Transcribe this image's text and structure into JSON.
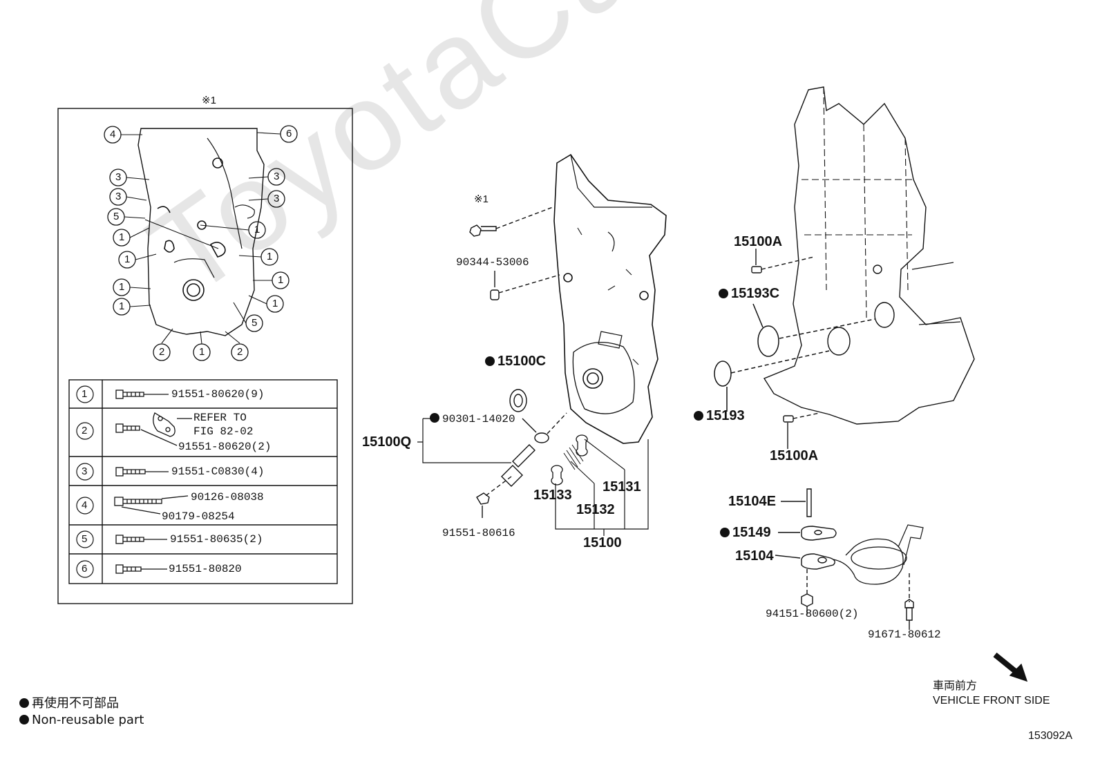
{
  "watermark": "ToyotaCarMine.ru",
  "figure_number": "153092A",
  "inset": {
    "marker": "※1",
    "table": [
      {
        "no": "1",
        "part": "91551-80620(9)"
      },
      {
        "no": "2",
        "part": "91551-80620(2)",
        "note_line1": "REFER TO",
        "note_line2": "FIG 82-02"
      },
      {
        "no": "3",
        "part": "91551-C0830(4)"
      },
      {
        "no": "4",
        "part": "90126-08038",
        "part2": "90179-08254"
      },
      {
        "no": "5",
        "part": "91551-80635(2)"
      },
      {
        "no": "6",
        "part": "91551-80820"
      }
    ],
    "callouts": [
      "4",
      "6",
      "3",
      "3",
      "3",
      "3",
      "5",
      "1",
      "1",
      "1",
      "1",
      "1",
      "1",
      "1",
      "1",
      "5",
      "2",
      "1",
      "2",
      "1"
    ]
  },
  "labels": {
    "marker_bolt": "※1",
    "p90344": "90344-53006",
    "p15100C": "15100C",
    "p90301": "90301-14020",
    "p15100Q": "15100Q",
    "p91551_80616": "91551-80616",
    "p15133": "15133",
    "p15132": "15132",
    "p15131": "15131",
    "p15100": "15100",
    "p15100A_top": "15100A",
    "p15193C": "15193C",
    "p15193": "15193",
    "p15100A_bottom": "15100A",
    "p15104E": "15104E",
    "p15149": "15149",
    "p15104": "15104",
    "p94151": "94151-80600(2)",
    "p91671": "91671-80612"
  },
  "legend": {
    "jp": "再使用不可部品",
    "en": "Non-reusable part"
  },
  "direction": {
    "jp": "車両前方",
    "en": "VEHICLE FRONT SIDE"
  }
}
